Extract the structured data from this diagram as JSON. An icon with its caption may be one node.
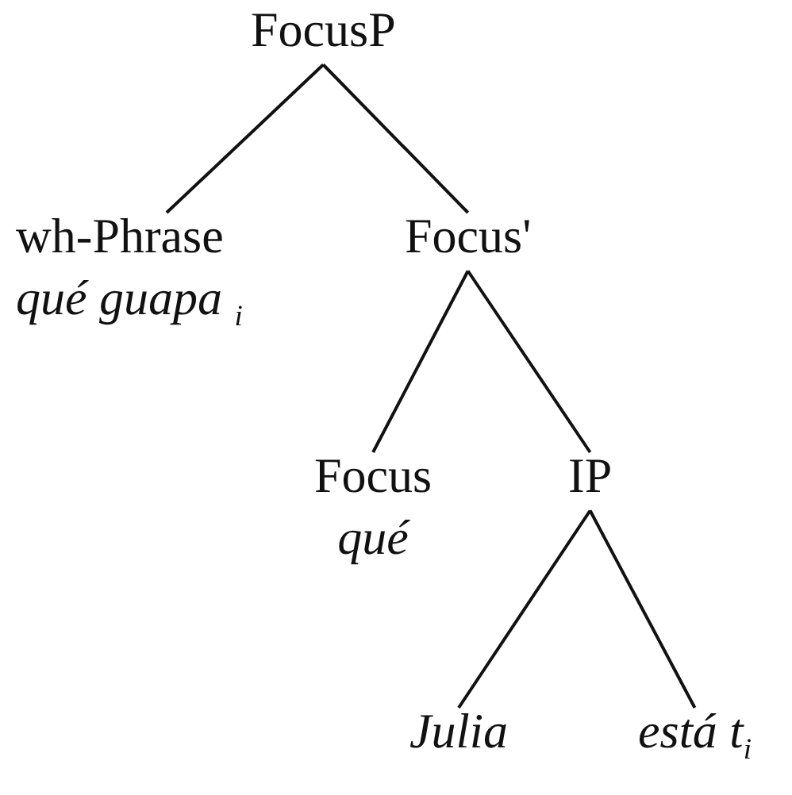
{
  "diagram": {
    "nodes": [
      {
        "text": [
          "FocusP"
        ]
      },
      {
        "text": [
          "wh-Phrase",
          "*qué guapa* $_{i}$"
        ]
      },
      {
        "text": [
          "Focus'"
        ]
      },
      {
        "text": [
          "Focus",
          "qué"
        ]
      },
      {
        "text": [
          "IP"
        ]
      },
      {
        "text": [
          "Julia"
        ]
      },
      {
        "text": [
          "está t$_{i}$"
        ]
      }
    ],
    "edges": [
      {
        "from": 0,
        "to": 1,
        "arrow": "none"
      },
      {
        "from": 0,
        "to": 2,
        "arrow": "none"
      },
      {
        "from": 2,
        "to": 3,
        "arrow": "none"
      },
      {
        "from": 2,
        "to": 4,
        "arrow": "none"
      },
      {
        "from": 4,
        "to": 5,
        "arrow": "none"
      },
      {
        "from": 4,
        "to": 6,
        "arrow": "none"
      }
    ]
  }
}
